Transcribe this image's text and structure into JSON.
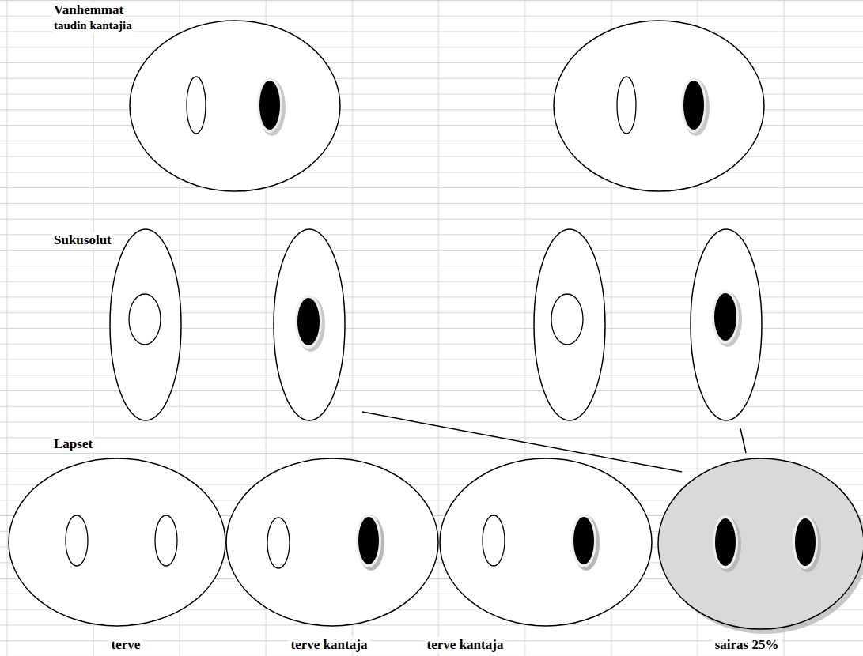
{
  "diagram": {
    "nodes": [
      {
        "text": [
          "terve"
        ]
      },
      {
        "text": [
          "terve kantaja"
        ]
      },
      {
        "text": [
          "terve kantaja"
        ]
      },
      {
        "text": [
          "sairas 25%"
        ]
      }
    ],
    "labels": [
      "Vanhemmat",
      "taudin kantajia",
      "Sukusolut",
      "Lapset"
    ]
  }
}
